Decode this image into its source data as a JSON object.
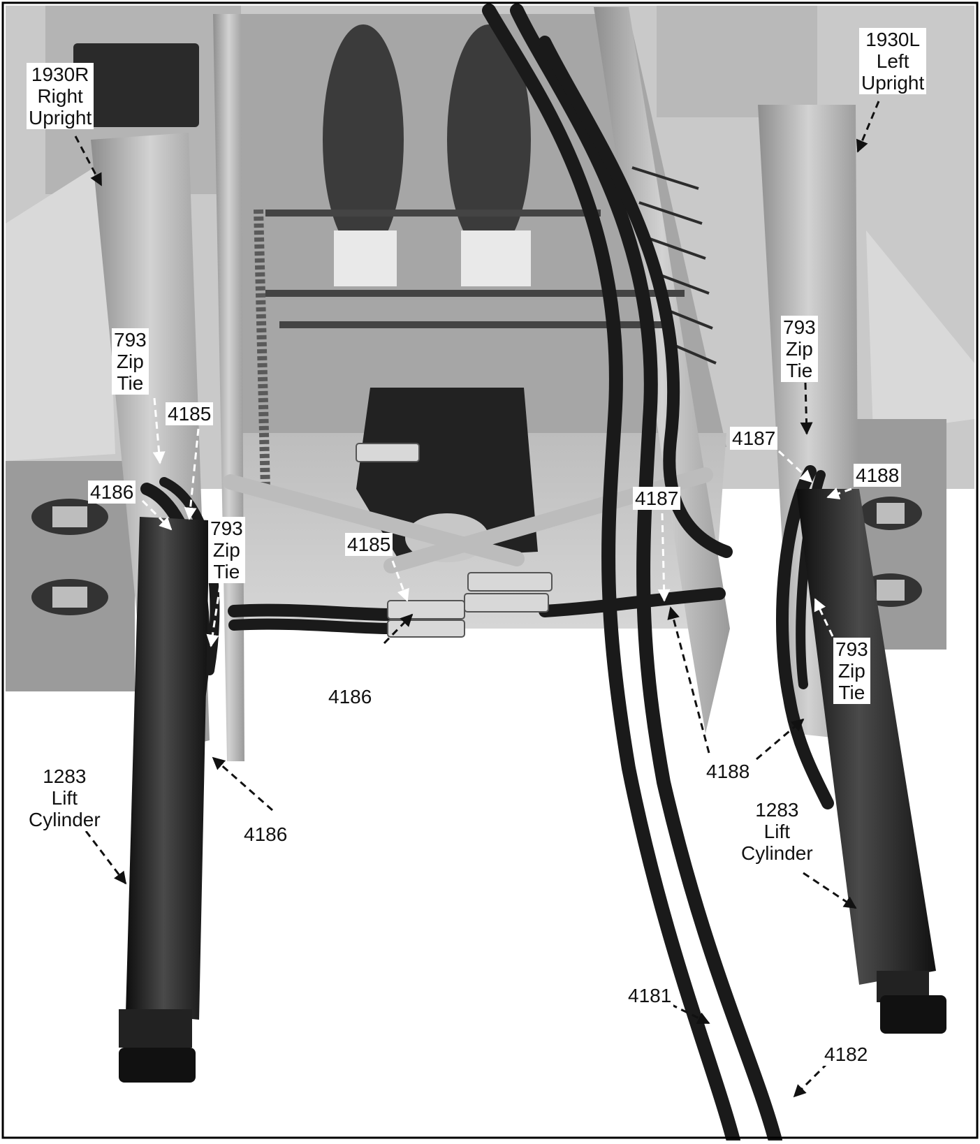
{
  "figure": {
    "palette": {
      "frame": "#000000",
      "metal": "#a9a9a9",
      "hose": "#1c1c1c",
      "background": "#ffffff"
    },
    "callouts": {
      "right_upright": "1930R\nRight\nUpright",
      "left_upright": "1930L\nLeft\nUpright",
      "zip_tie_right_top": "793\nZip\nTie",
      "zip_tie_right_mid": "793\nZip\nTie",
      "zip_tie_left_top": "793\nZip\nTie",
      "zip_tie_left_low": "793\nZip\nTie",
      "hose_4185_right": "4185",
      "hose_4185_center": "4185",
      "hose_4186_right_top": "4186",
      "hose_4186_center": "4186",
      "hose_4186_right_low": "4186",
      "hose_4187_left": "4187",
      "hose_4187_center": "4187",
      "hose_4188_left": "4188",
      "hose_4188_low": "4188",
      "lift_cylinder_right": "1283\nLift\nCylinder",
      "lift_cylinder_left": "1283\nLift\nCylinder",
      "hose_4181": "4181",
      "hose_4182": "4182"
    }
  }
}
